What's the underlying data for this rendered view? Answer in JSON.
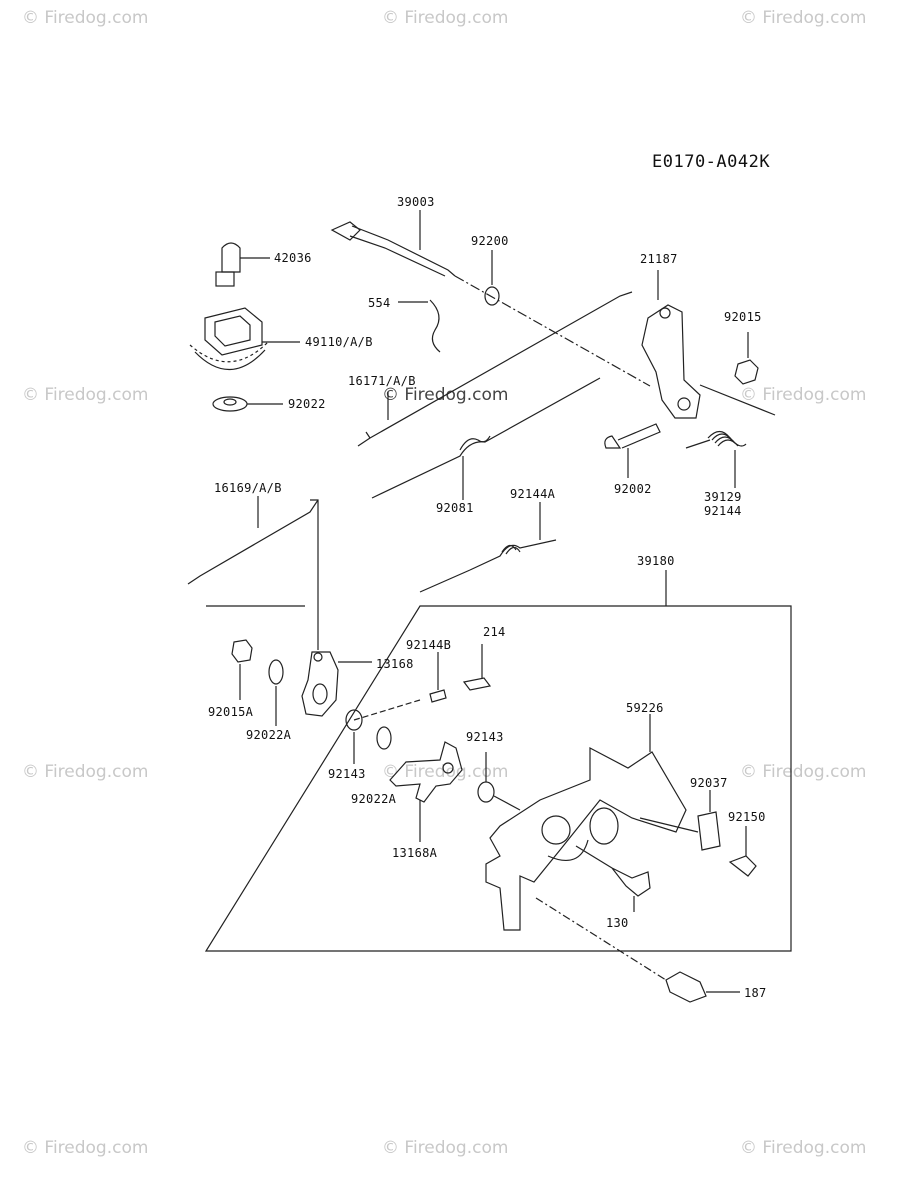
{
  "watermark": "© Firedog.com",
  "diagram_code": "E0170-A042K",
  "parts": {
    "p39003": "39003",
    "p42036": "42036",
    "p92200": "92200",
    "p21187": "21187",
    "p554": "554",
    "p49110": "49110/A/B",
    "p92015": "92015",
    "p16171": "16171/A/B",
    "p92022": "92022",
    "p92002": "92002",
    "p39129": "39129",
    "p92144": "92144",
    "p92081": "92081",
    "p92144A": "92144A",
    "p16169": "16169/A/B",
    "p39180": "39180",
    "p214": "214",
    "p92144B": "92144B",
    "p13168": "13168",
    "p92015A": "92015A",
    "p92022A_1": "92022A",
    "p59226": "59226",
    "p92143_1": "92143",
    "p92143_2": "92143",
    "p92022A_2": "92022A",
    "p92037": "92037",
    "p92150": "92150",
    "p13168A": "13168A",
    "p130": "130",
    "p187": "187"
  }
}
